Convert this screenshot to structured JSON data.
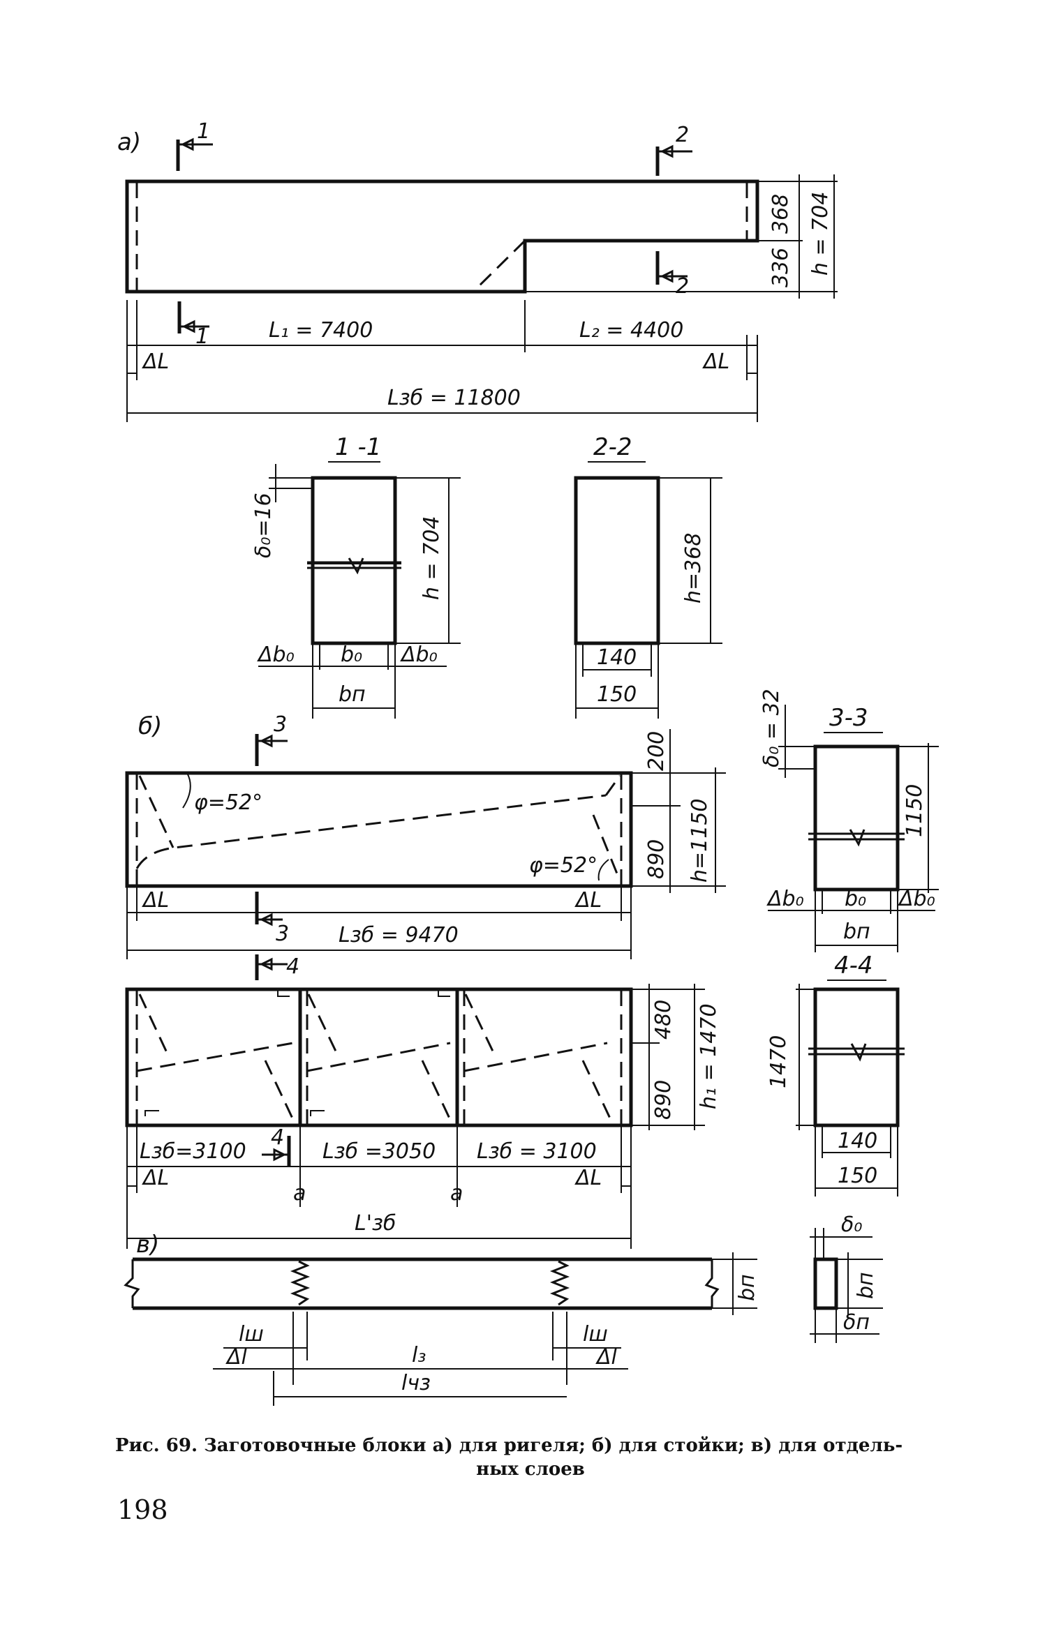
{
  "figure": {
    "caption_line1": "Рис. 69. Заготовочные блоки а) для ригеля; б) для стойки; в) для отдель-",
    "caption_line2": "ных слоев",
    "page_number": "198"
  },
  "panel_a": {
    "label": "а)",
    "section_mark_1": "1",
    "section_mark_2": "2",
    "dim_top": "368",
    "dim_bottom": "336",
    "dim_h": "h = 704",
    "dim_L1": "L₁ = 7400",
    "dim_L2": "L₂ = 4400",
    "dim_dL": "ΔL",
    "dim_Lzb": "Lзб = 11800"
  },
  "section_1_1": {
    "title": "1 -1",
    "delta": "δ₀=16",
    "h": "h = 704",
    "db0": "Δb₀",
    "b0": "b₀",
    "bp": "bп"
  },
  "section_2_2": {
    "title": "2-2",
    "h": "h=368",
    "w_inner": "140",
    "w_outer": "150"
  },
  "panel_b": {
    "label": "б)",
    "section_mark_3": "3",
    "phi_top": "φ=52°",
    "phi_bottom": "φ=52°",
    "dim_200": "200",
    "dim_890": "890",
    "dim_h": "h=1150",
    "dim_dL": "ΔL",
    "dim_Lzb": "Lзб = 9470"
  },
  "section_3_3": {
    "title": "3-3",
    "delta": "δ₀ = 32",
    "h": "1150",
    "db0": "Δb₀",
    "b0": "b₀",
    "bp": "bп"
  },
  "panel_b2": {
    "section_mark_4": "4",
    "dim_480": "480",
    "dim_890": "890",
    "dim_h1": "h₁ = 1470",
    "seg1": "Lзб=3100",
    "seg2": "Lзб =3050",
    "seg3": "Lзб = 3100",
    "dim_dL": "ΔL",
    "joint": "а",
    "dim_total": "L'зб"
  },
  "section_4_4": {
    "title": "4-4",
    "h": "1470",
    "w_inner": "140",
    "w_outer": "150"
  },
  "panel_c": {
    "label": "в)",
    "bp": "bп",
    "lsh": "lш",
    "dl": "Δl",
    "l3": "l₃",
    "lch3": "lчз",
    "delta0": "δ₀",
    "deltap": "δп"
  }
}
